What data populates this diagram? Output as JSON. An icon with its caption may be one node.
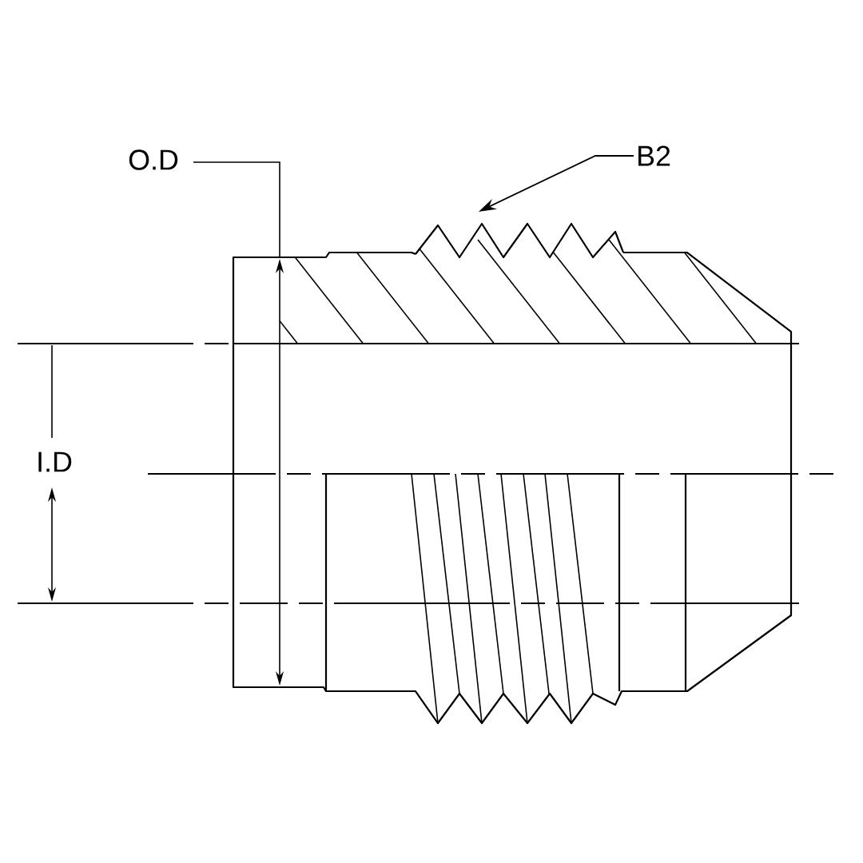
{
  "diagram": {
    "nodes": [
      {
        "text": [
          "B2"
        ]
      },
      {
        "text": [],
        "shape": "picture"
      }
    ],
    "edges": [
      {
        "from": 0,
        "to": 1,
        "arrow": "to"
      }
    ],
    "labels": [
      "O.D",
      "I.D"
    ]
  }
}
